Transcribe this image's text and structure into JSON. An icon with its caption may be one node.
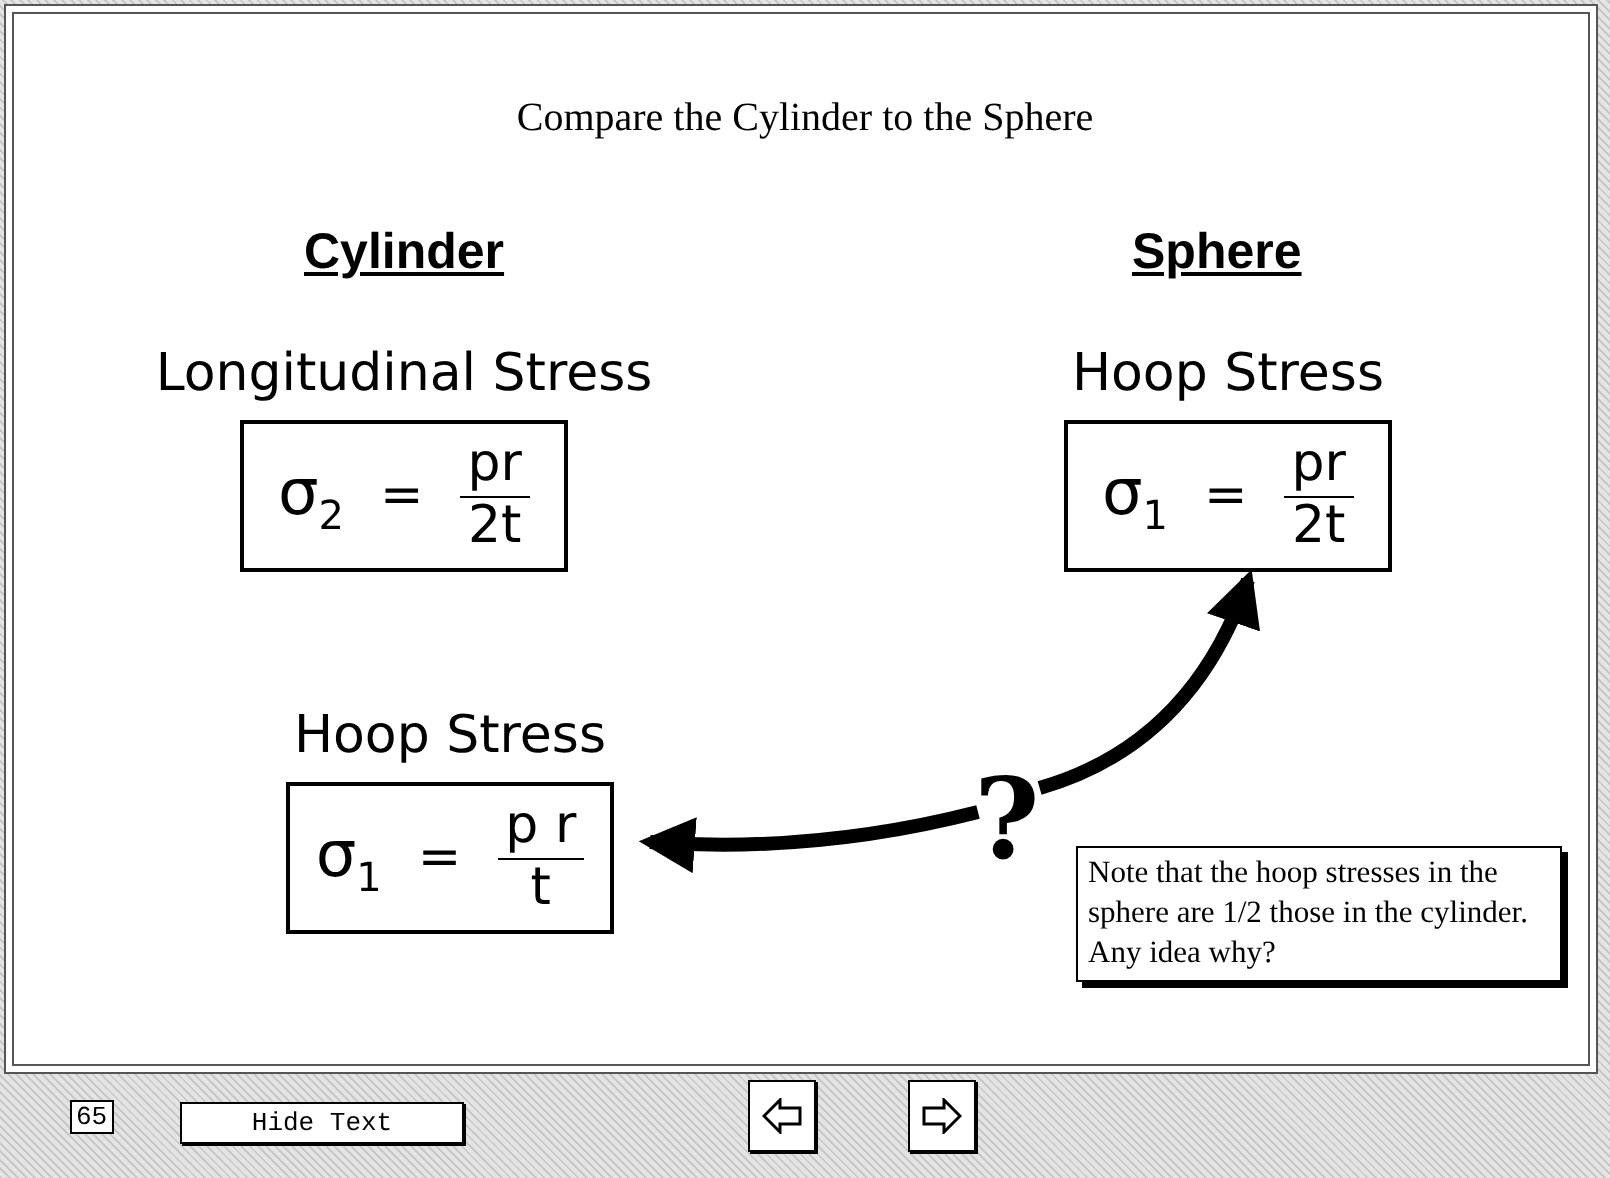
{
  "diagram": {
    "title": "Compare the Cylinder to the Sphere",
    "nodes": [
      {
        "text": [
          "Longitudinal Stress",
          "σ$_{2}$",
          "=",
          "pr",
          "2t"
        ]
      },
      {
        "text": [
          "Hoop Stress",
          "σ$_{1}$",
          "=",
          "pr",
          "2t"
        ]
      },
      {
        "text": [
          "Hoop Stress",
          "σ$_{1}$",
          "=",
          "p r",
          "t"
        ]
      },
      {
        "text": [
          "?"
        ]
      },
      {
        "text": [
          "Note that the hoop stresses in the sphere are 1/2 those in the cylinder.  Any idea why?"
        ]
      }
    ],
    "edges": [
      {
        "from": 3,
        "to": 2,
        "arrow": "to"
      },
      {
        "from": 3,
        "to": 1,
        "arrow": "to"
      }
    ],
    "labels": [
      "Cylinder",
      "Sphere",
      "65",
      "Hide Text"
    ]
  }
}
